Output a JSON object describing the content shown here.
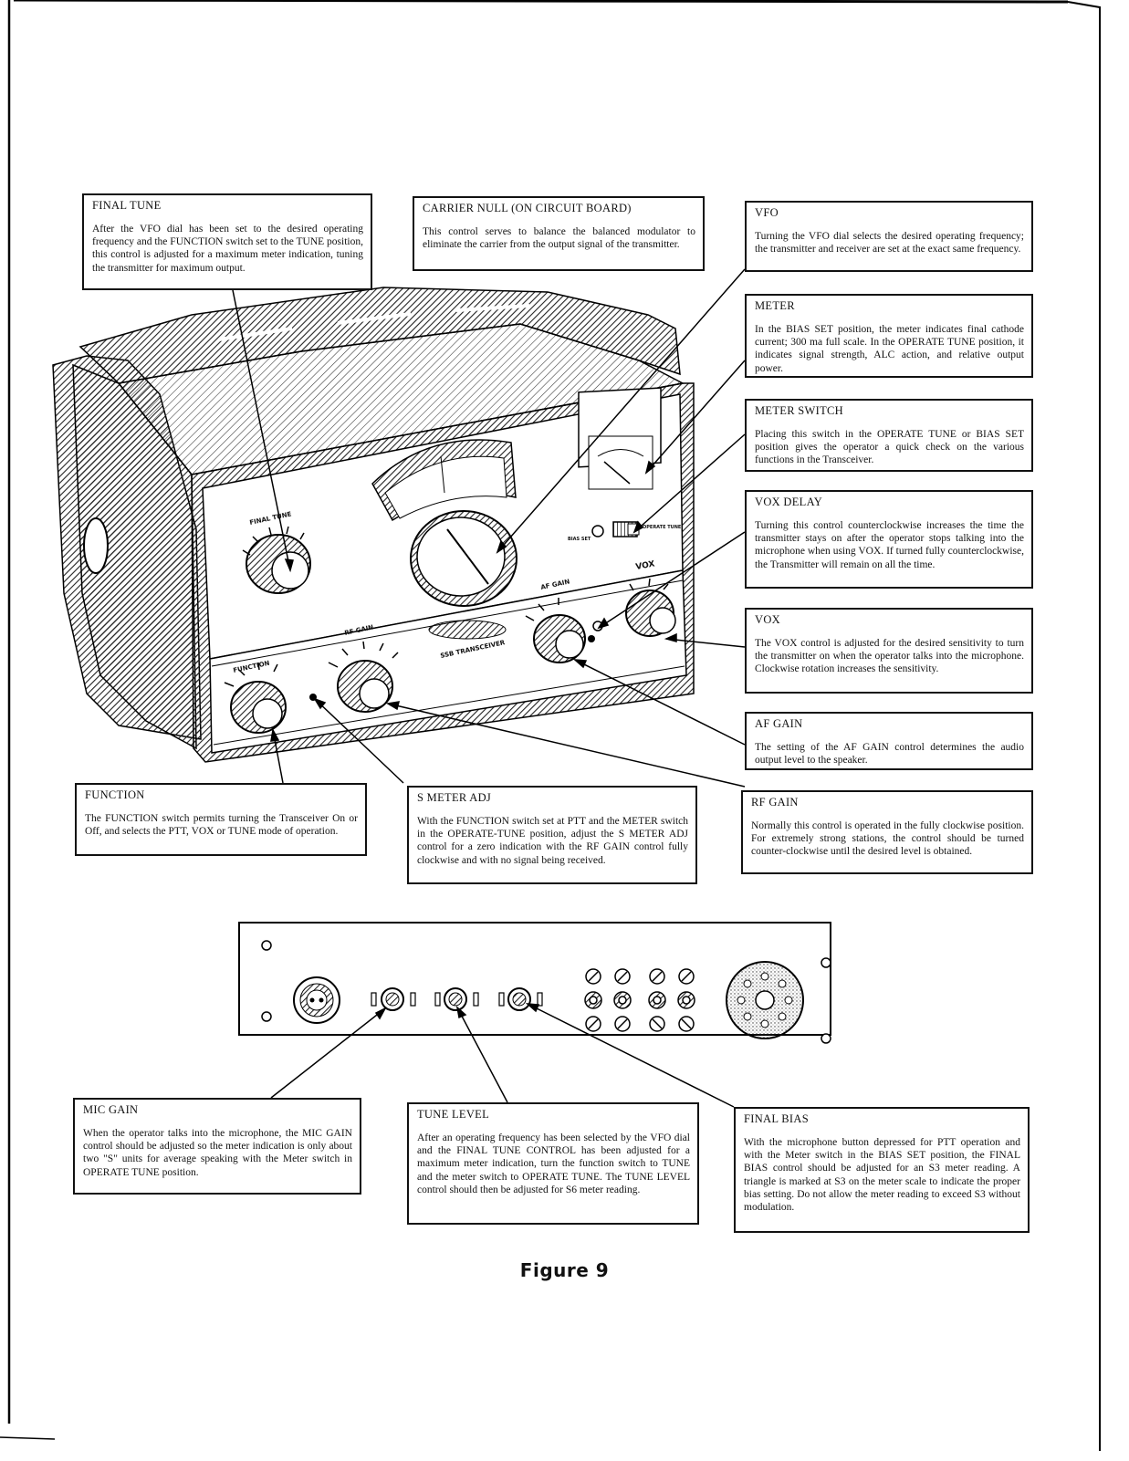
{
  "figure_caption": "Figure 9",
  "panel_labels": {
    "final_tune": "FINAL TUNE",
    "function": "FUNCTION",
    "rf_gain": "RF GAIN",
    "af_gain": "AF GAIN",
    "vox": "VOX",
    "bias_set": "BIAS SET",
    "operate_tune": "OPERATE TUNE",
    "brand_plate": "SSB TRANSCEIVER"
  },
  "callouts": {
    "final_tune": {
      "title": "FINAL TUNE",
      "body": "After the VFO dial has been set to the desired operating frequency and the FUNCTION switch set to the TUNE position, this control is adjusted for a maximum meter indication, tuning the transmitter for maximum output."
    },
    "carrier_null": {
      "title": "CARRIER NULL (ON CIRCUIT BOARD)",
      "body": "This control serves to balance the balanced modulator to eliminate the carrier from the output signal of the transmitter."
    },
    "vfo": {
      "title": "VFO",
      "body": "Turning the VFO dial selects the desired operating frequency; the transmitter and receiver are set at the exact same frequency."
    },
    "meter": {
      "title": "METER",
      "body": "In the BIAS SET position, the meter indicates final cathode current; 300 ma full scale. In the OPERATE TUNE position, it indicates signal strength, ALC action, and relative output power."
    },
    "meter_switch": {
      "title": "METER SWITCH",
      "body": "Placing this switch in the OPERATE TUNE or BIAS SET position gives the operator a quick check on the various functions in the Transceiver."
    },
    "vox_delay": {
      "title": "VOX DELAY",
      "body": "Turning this control counterclockwise increases the time the transmitter stays on after the operator stops talking into the microphone when using VOX. If turned fully counterclockwise, the Transmitter will remain on all the time."
    },
    "vox": {
      "title": "VOX",
      "body": "The VOX control is adjusted for the desired sensitivity to turn the transmitter on when the operator talks into the microphone. Clockwise rotation increases the sensitivity."
    },
    "af_gain": {
      "title": "AF GAIN",
      "body": "The setting of the AF GAIN control determines the audio output level to the speaker."
    },
    "function": {
      "title": "FUNCTION",
      "body": "The FUNCTION switch permits turning the Transceiver On or Off, and selects the PTT, VOX or TUNE mode of operation."
    },
    "s_meter_adj": {
      "title": "S METER ADJ",
      "body": "With the FUNCTION switch set at PTT and the METER switch in the OPERATE-TUNE position, adjust the S METER ADJ control for a zero indication with the RF GAIN control fully clockwise and with no signal being received."
    },
    "rf_gain": {
      "title": "RF GAIN",
      "body": "Normally this control is operated in the fully clockwise position. For extremely strong stations, the control should be turned counter-clockwise until the desired level is obtained."
    },
    "mic_gain": {
      "title": "MIC GAIN",
      "body": "When the operator talks into the microphone, the MIC GAIN control should be adjusted so the meter indication is only about two \"S\" units for average speaking with the Meter switch in OPERATE TUNE position."
    },
    "tune_level": {
      "title": "TUNE LEVEL",
      "body": "After an operating frequency has been selected by the VFO dial and the FINAL TUNE CONTROL has been adjusted for a maximum meter indication, turn the function switch to TUNE and the meter switch to OPERATE TUNE. The TUNE LEVEL control should then be adjusted for S6 meter reading."
    },
    "final_bias": {
      "title": "FINAL BIAS",
      "body": "With the microphone button depressed for PTT operation and with the Meter switch in the BIAS SET position, the FINAL BIAS control should be adjusted for an S3 meter reading. A triangle is marked at S3 on the meter scale to indicate the proper bias setting. Do not allow the meter reading to exceed S3 without modulation."
    }
  }
}
